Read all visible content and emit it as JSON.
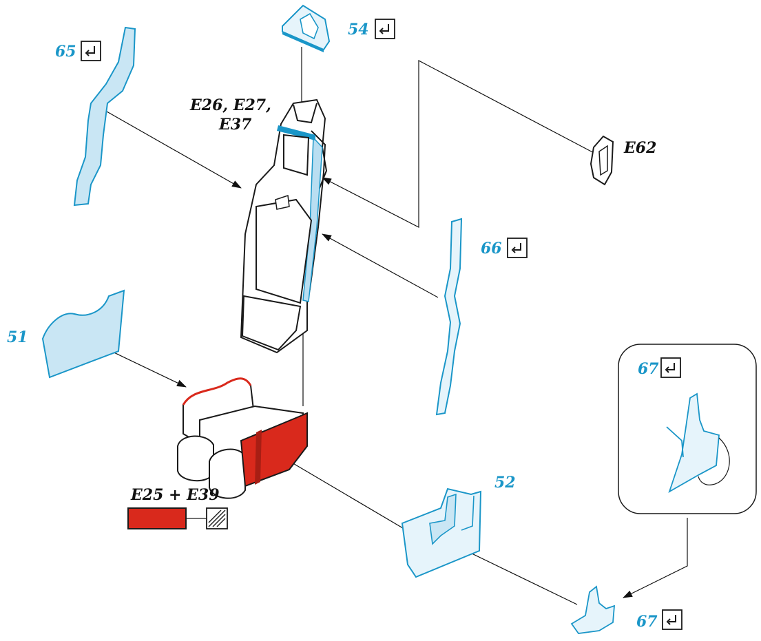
{
  "colors": {
    "part_blue": "#1a96c8",
    "part_blue_fill": "#c9e6f4",
    "paint_red": "#d9291c",
    "line": "#1a1a1a"
  },
  "icons": {
    "fold_marker": "fold-arrow-icon",
    "paint_swatch": "paint-swatch-icon",
    "hatch_icon": "diagonal-hatch-icon"
  },
  "labels": {
    "p65": "65",
    "p54": "54",
    "p66": "66",
    "p51": "51",
    "p52": "52",
    "p67_inset": "67",
    "p67_bottom": "67",
    "e26": "E26, E27,",
    "e37": "E37",
    "e62": "E62",
    "e25": "E25 + E39"
  }
}
